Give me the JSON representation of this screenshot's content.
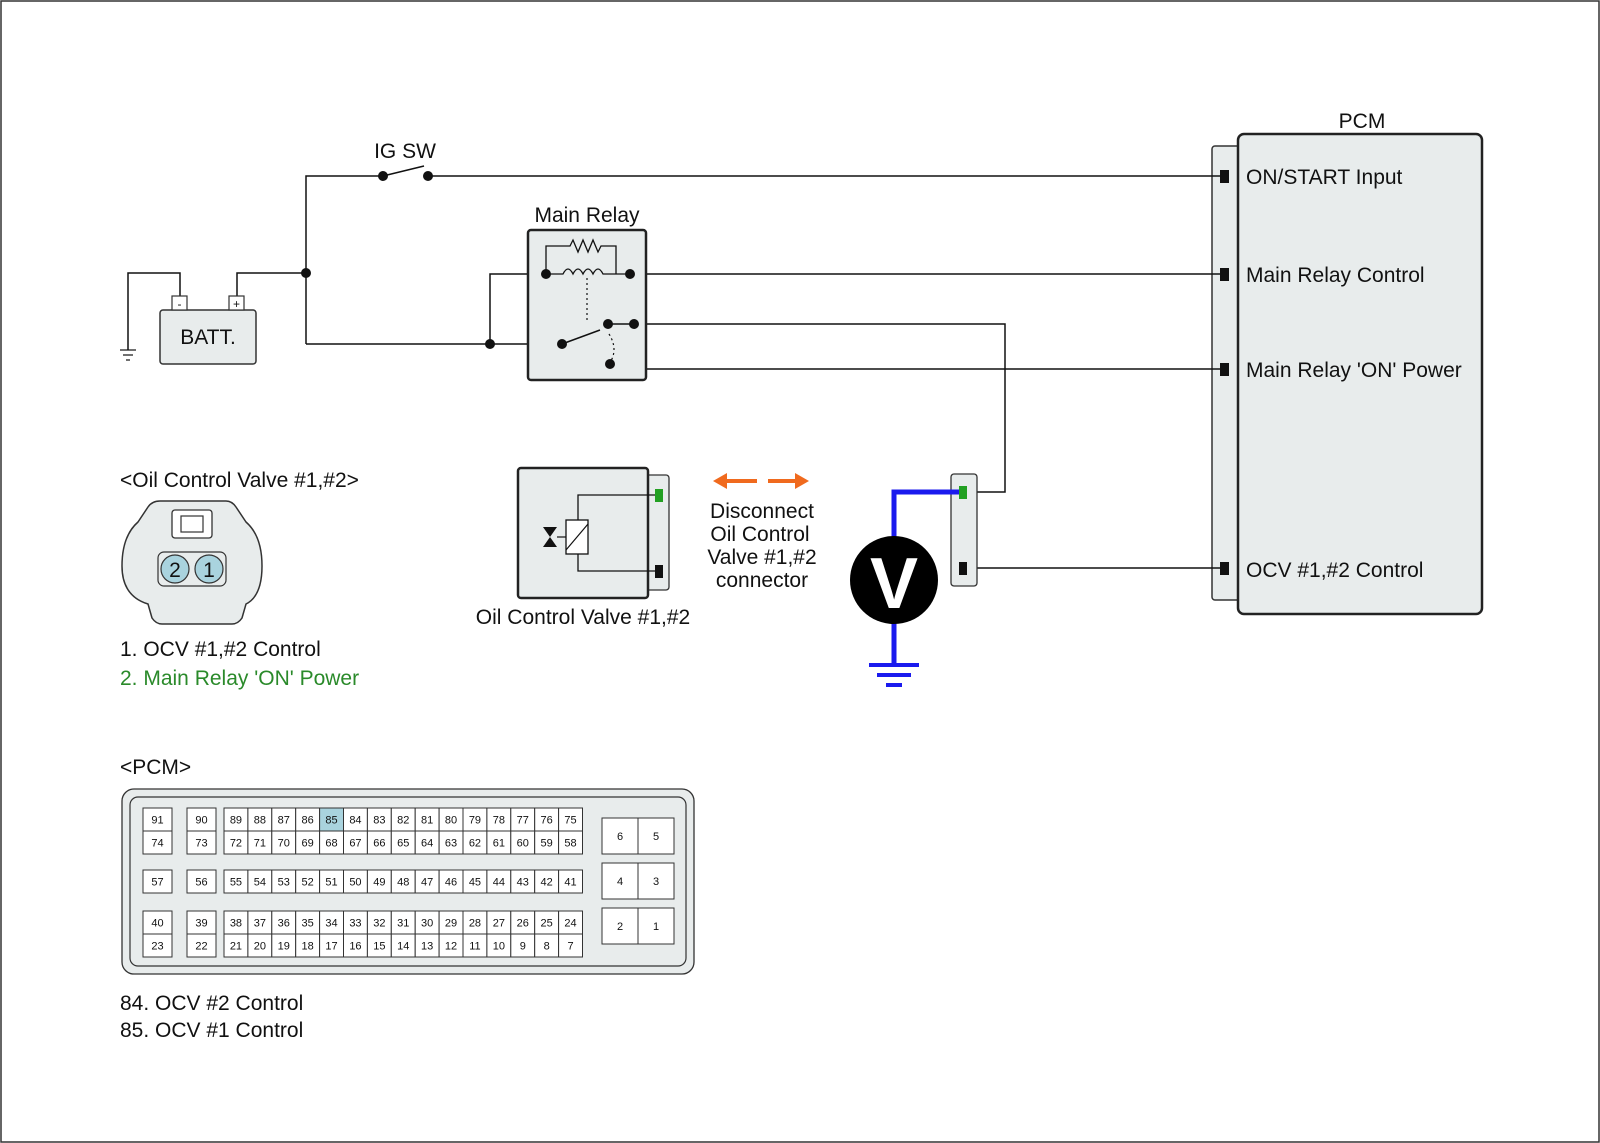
{
  "labels": {
    "ig_sw": "IG SW",
    "pcm_title": "PCM",
    "main_relay": "Main Relay",
    "batt": "BATT.",
    "batt_minus": "-",
    "batt_plus": "+",
    "voltmeter": "V"
  },
  "pcm_pins": {
    "on_start": "ON/START Input",
    "main_relay_control": "Main Relay Control",
    "main_relay_on_power": "Main Relay 'ON' Power",
    "ocv_control": "OCV #1,#2 Control"
  },
  "ocv_connector": {
    "title": "<Oil Control Valve #1,#2>",
    "pin_labels": [
      "2",
      "1"
    ],
    "legend_1": "1. OCV #1,#2 Control",
    "legend_2": "2. Main Relay 'ON' Power",
    "component_label": "Oil Control Valve #1,#2"
  },
  "disconnect_note": [
    "Disconnect",
    "Oil Control",
    "Valve #1,#2",
    "connector"
  ],
  "pcm_connector": {
    "title": "<PCM>",
    "highlight_pin": "85",
    "row1": [
      "91",
      "90",
      "89",
      "88",
      "87",
      "86",
      "85",
      "84",
      "83",
      "82",
      "81",
      "80",
      "79",
      "78",
      "77",
      "76",
      "75"
    ],
    "row2": [
      "74",
      "73",
      "72",
      "71",
      "70",
      "69",
      "68",
      "67",
      "66",
      "65",
      "64",
      "63",
      "62",
      "61",
      "60",
      "59",
      "58"
    ],
    "row3": [
      "57",
      "56",
      "55",
      "54",
      "53",
      "52",
      "51",
      "50",
      "49",
      "48",
      "47",
      "46",
      "45",
      "44",
      "43",
      "42",
      "41"
    ],
    "row4": [
      "40",
      "39",
      "38",
      "37",
      "36",
      "35",
      "34",
      "33",
      "32",
      "31",
      "30",
      "29",
      "28",
      "27",
      "26",
      "25",
      "24"
    ],
    "row5": [
      "23",
      "22",
      "21",
      "20",
      "19",
      "18",
      "17",
      "16",
      "15",
      "14",
      "13",
      "12",
      "11",
      "10",
      "9",
      "8",
      "7"
    ],
    "power_pins": [
      "6",
      "5",
      "4",
      "3",
      "2",
      "1"
    ],
    "legend": [
      "84. OCV #2 Control",
      "85. OCV #1 Control"
    ]
  },
  "colors": {
    "wire": "#111111",
    "meter_wire": "#1a1aee",
    "arrow": "#f06a1e",
    "highlight": "#a9d3de",
    "green_text": "#2a8a2a",
    "green_terminal": "#22a022",
    "box_fill": "#e8ecec"
  }
}
